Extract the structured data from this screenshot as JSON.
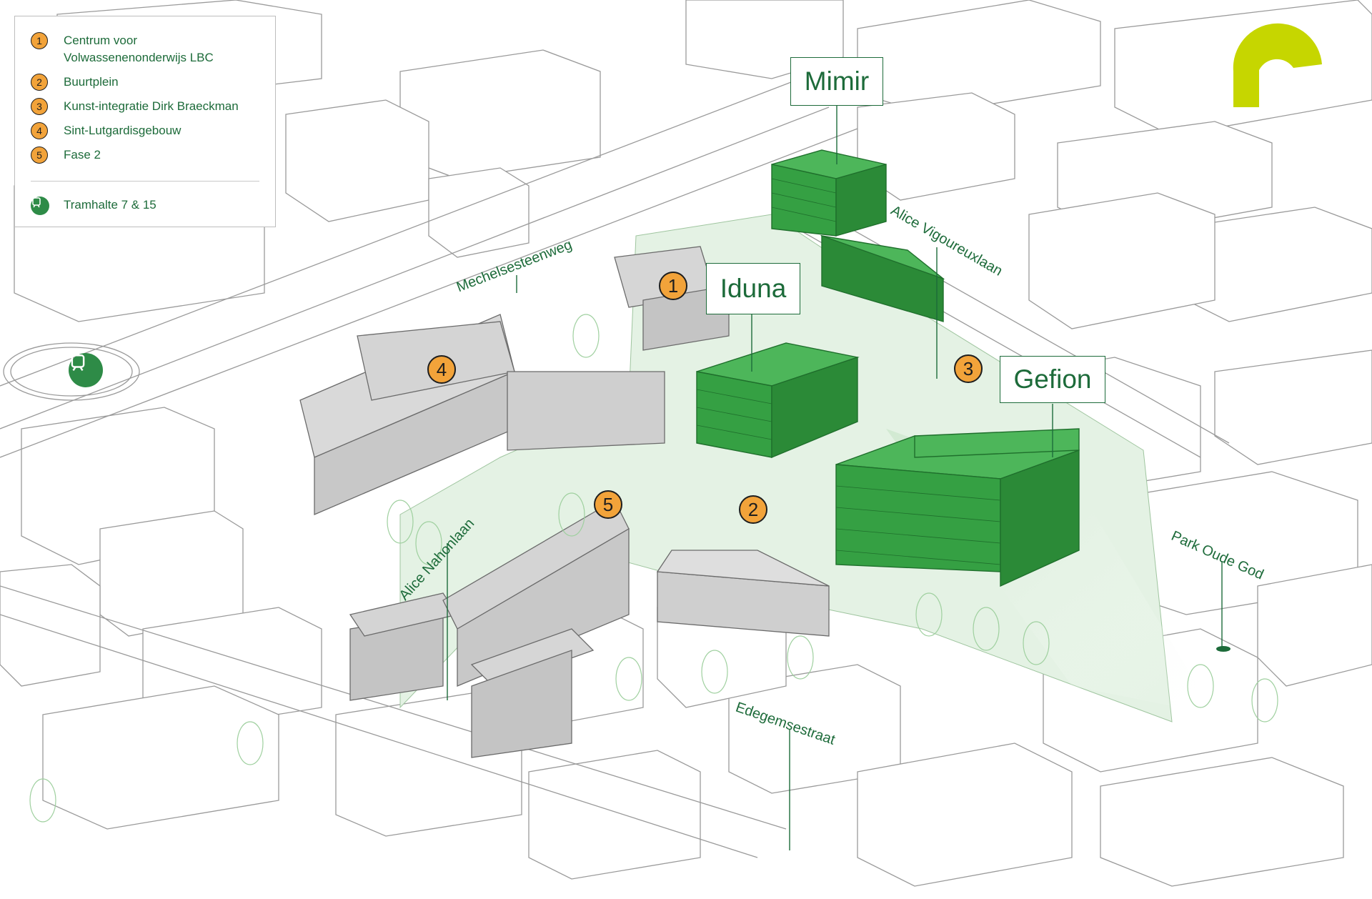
{
  "legend": {
    "items": [
      {
        "num": "1",
        "label": "Centrum voor Volwassenenonderwijs LBC"
      },
      {
        "num": "2",
        "label": "Buurtplein"
      },
      {
        "num": "3",
        "label": "Kunst-integratie Dirk Braeckman"
      },
      {
        "num": "4",
        "label": "Sint-Lutgardisgebouw"
      },
      {
        "num": "5",
        "label": "Fase 2"
      }
    ],
    "tram_label": "Tramhalte 7 & 15"
  },
  "buildings": {
    "mimir": "Mimir",
    "iduna": "Iduna",
    "gefion": "Gefion"
  },
  "markers": [
    "1",
    "2",
    "3",
    "4",
    "5"
  ],
  "streets": {
    "mechelsesteenweg": "Mechelsesteenweg",
    "alice_vigoureuxlaan": "Alice Vigoureuxlaan",
    "alice_nahonlaan": "Alice Nahonlaan",
    "edegemsestraat": "Edegemsestraat",
    "park_oude_god": "Park Oude God"
  },
  "icons": {
    "tram": "tram-icon",
    "logo": "logo-arch-icon"
  },
  "colors": {
    "new_building": "#35a043",
    "new_building_dark": "#1f6f2c",
    "existing_building": "#cfcfcf",
    "marker": "#f2a33a",
    "label_text": "#1d6b3a",
    "park": "#e4f2e4",
    "logo": "#c6d600"
  }
}
